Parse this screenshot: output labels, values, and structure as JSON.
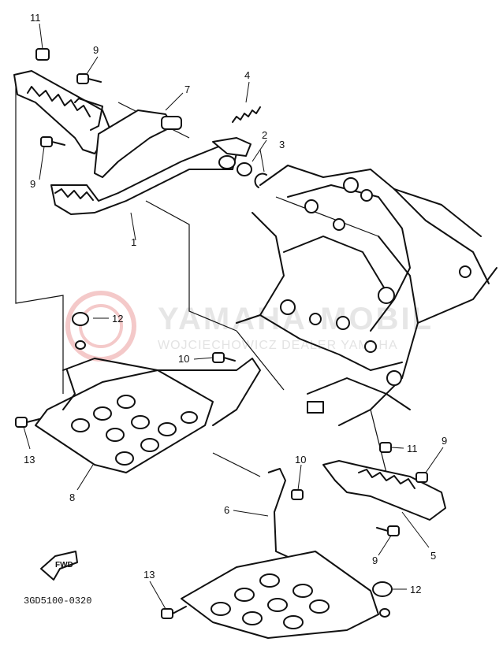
{
  "watermark": {
    "line1": "YAMAHA-MOBIL",
    "line2": "WOJCIECHOWICZ DEALER YAMAHA"
  },
  "diagram_code": "3GD5100-0320",
  "forward_label": "FWD",
  "callouts": [
    {
      "id": "c-11-top",
      "label": "11"
    },
    {
      "id": "c-9-top",
      "label": "9"
    },
    {
      "id": "c-4",
      "label": "4"
    },
    {
      "id": "c-7",
      "label": "7"
    },
    {
      "id": "c-2",
      "label": "2"
    },
    {
      "id": "c-3",
      "label": "3"
    },
    {
      "id": "c-9-left",
      "label": "9"
    },
    {
      "id": "c-1",
      "label": "1"
    },
    {
      "id": "c-12-top",
      "label": "12"
    },
    {
      "id": "c-10-mid",
      "label": "10"
    },
    {
      "id": "c-13-left",
      "label": "13"
    },
    {
      "id": "c-8",
      "label": "8"
    },
    {
      "id": "c-9-right",
      "label": "9"
    },
    {
      "id": "c-11-right",
      "label": "11"
    },
    {
      "id": "c-10-low",
      "label": "10"
    },
    {
      "id": "c-6",
      "label": "6"
    },
    {
      "id": "c-5",
      "label": "5"
    },
    {
      "id": "c-9-low",
      "label": "9"
    },
    {
      "id": "c-13-low",
      "label": "13"
    },
    {
      "id": "c-12-low",
      "label": "12"
    }
  ]
}
